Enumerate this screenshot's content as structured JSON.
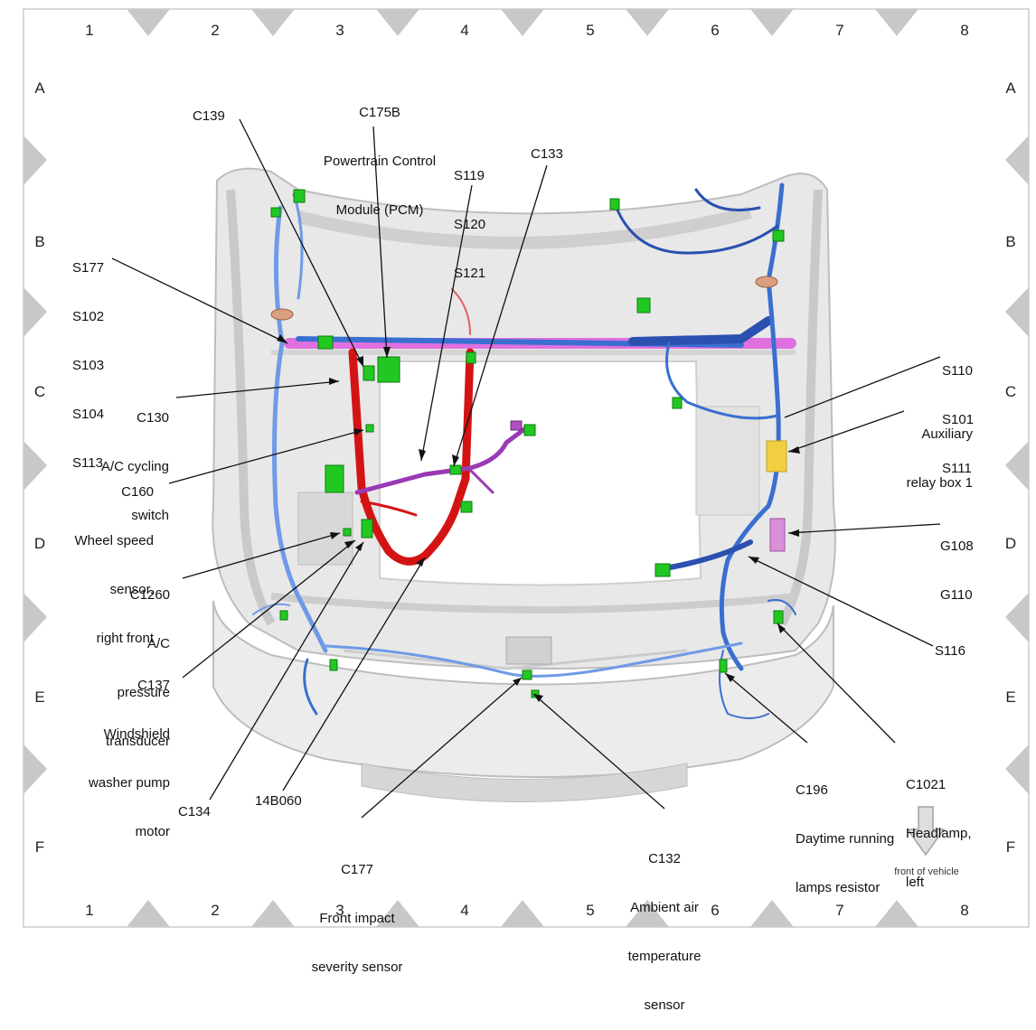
{
  "grid": {
    "columns": [
      "1",
      "2",
      "3",
      "4",
      "5",
      "6",
      "7",
      "8"
    ],
    "rows": [
      "A",
      "B",
      "C",
      "D",
      "E",
      "F"
    ]
  },
  "callouts": {
    "c175b": {
      "line1": "C175B",
      "line2": "Powertrain Control",
      "line3": "Module (PCM)"
    },
    "c139": {
      "line1": "C139"
    },
    "s119": {
      "line1": "S119",
      "line2": "S120",
      "line3": "S121"
    },
    "c133": {
      "line1": "C133"
    },
    "s177": {
      "line1": "S177",
      "line2": "S102",
      "line3": "S103",
      "line4": "S104",
      "line5": "S113"
    },
    "c130": {
      "line1": "C130",
      "line2": "A/C cycling",
      "line3": "switch"
    },
    "c160": {
      "line1": "C160",
      "line2": "Wheel speed",
      "line3": "sensor,",
      "line4": "right front"
    },
    "c1260": {
      "line1": "C1260",
      "line2": "A/C",
      "line3": "pressure",
      "line4": "transducer"
    },
    "c137": {
      "line1": "C137",
      "line2": "Windshield",
      "line3": "washer pump",
      "line4": "motor"
    },
    "c134": {
      "line1": "C134"
    },
    "n14b060": {
      "line1": "14B060"
    },
    "c177": {
      "line1": "C177",
      "line2": "Front impact",
      "line3": "severity sensor"
    },
    "c132": {
      "line1": "C132",
      "line2": "Ambient air",
      "line3": "temperature",
      "line4": "sensor"
    },
    "c196": {
      "line1": "C196",
      "line2": "Daytime running",
      "line3": "lamps resistor"
    },
    "c1021": {
      "line1": "C1021",
      "line2": "Headlamp,",
      "line3": "left"
    },
    "s116": {
      "line1": "S116"
    },
    "g108": {
      "line1": "G108",
      "line2": "G110"
    },
    "aux": {
      "line1": "Auxiliary",
      "line2": "relay box 1"
    },
    "s110": {
      "line1": "S110",
      "line2": "S101",
      "line3": "S111"
    }
  },
  "front_note": "front of vehicle",
  "colors": {
    "wire_blue": "#3a6fd0",
    "wire_dark_blue": "#1e3c8c",
    "wire_red": "#d41414",
    "wire_magenta": "#e070e0",
    "wire_purple": "#9a3ab4",
    "connector_green": "#22c822",
    "relay_yellow": "#f0d040",
    "body_gray": "#e6e6e6"
  }
}
